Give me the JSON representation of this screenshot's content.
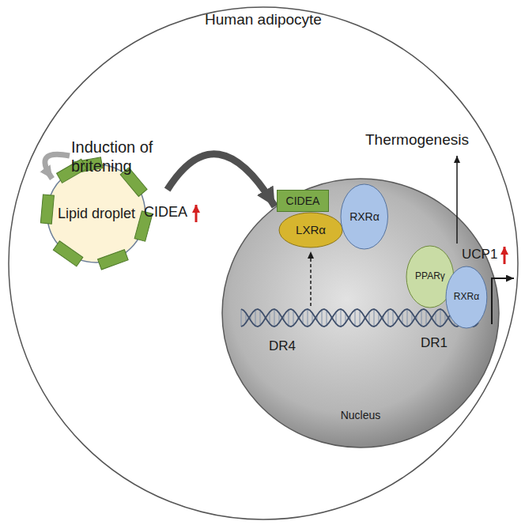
{
  "diagram": {
    "nodes": [
      {
        "text": [
          "Human adipocyte"
        ]
      },
      {
        "text": [
          "Lipid droplet"
        ],
        "in": 0
      },
      {
        "text": [
          "Nucleus"
        ],
        "in": 0
      },
      {
        "text": [
          "CIDEA"
        ],
        "in": 2
      },
      {
        "text": [
          "LXRα"
        ],
        "in": 2
      },
      {
        "text": [
          "RXRα"
        ],
        "in": 2
      },
      {
        "text": [
          "PPARγ"
        ],
        "in": 2
      },
      {
        "text": [
          "RXRα"
        ],
        "in": 2
      }
    ],
    "edges": [
      {
        "from": 1,
        "to": 2,
        "arrow": "to"
      }
    ],
    "labels": [
      "Induction of britening",
      "CIDEA",
      "Thermogenesis",
      "UCP1",
      "DR4",
      "DR1"
    ]
  }
}
